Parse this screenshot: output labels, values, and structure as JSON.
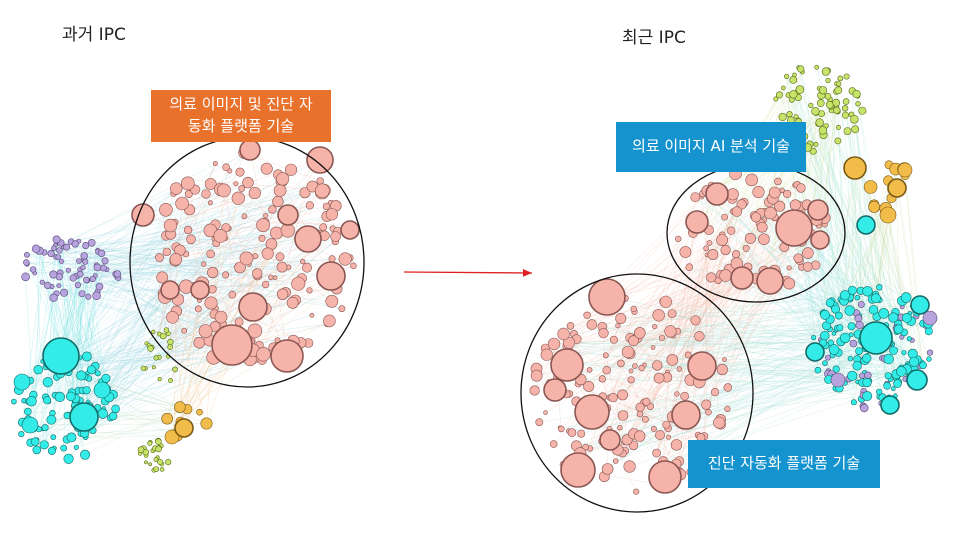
{
  "left_panel": {
    "title": "과거 IPC",
    "callout": {
      "line1": "의료 이미지 및 진단 자",
      "line2": "동화 플랫폼 기술",
      "color": "#e8712c"
    }
  },
  "right_panel": {
    "title": "최근 IPC",
    "callout_top": {
      "label": "의료 이미지 AI 분석 기술",
      "color": "#1593cf"
    },
    "callout_bottom": {
      "label": "진단 자동화 플랫폼 기술",
      "color": "#1593cf"
    }
  },
  "arrow": {
    "color": "#e02020"
  },
  "cluster_colors": {
    "pink": "#f6b3aa",
    "pink_border": "#8a5652",
    "cyan": "#33ece8",
    "cyan_border": "#126b68",
    "purple": "#b7a3dd",
    "purple_border": "#5a4a7a",
    "yellow": "#f2bc4a",
    "yellow_border": "#7a5a14",
    "green": "#c6e36a",
    "green_border": "#5a6a1a"
  }
}
